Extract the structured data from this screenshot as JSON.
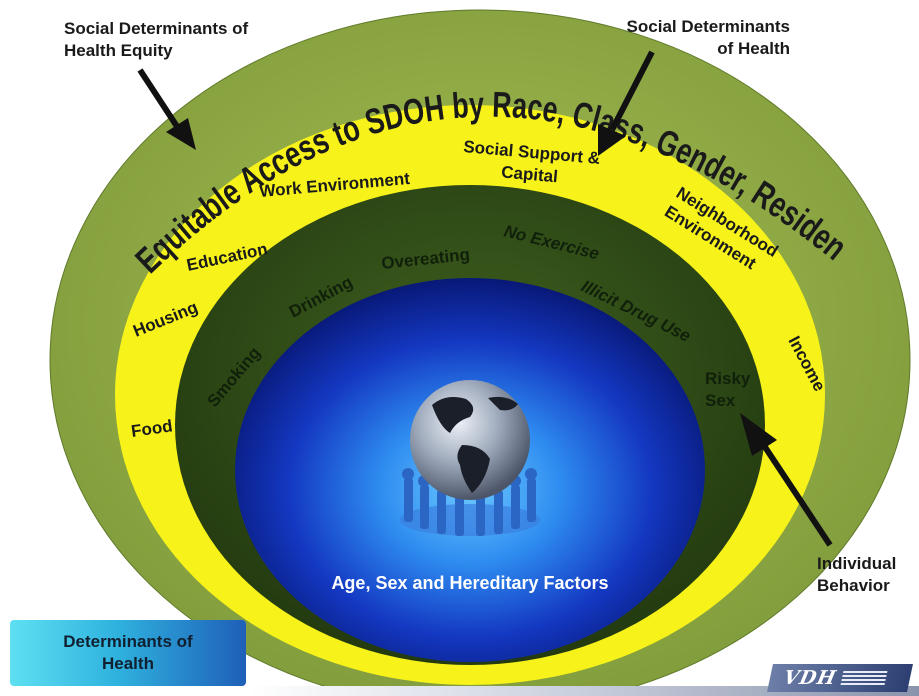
{
  "callouts": {
    "equity": [
      "Social Determinants of",
      "Health Equity"
    ],
    "sdoh": [
      "Social Determinants",
      "of Health"
    ],
    "behavior": [
      "Individual",
      "Behavior"
    ]
  },
  "outer_ring": {
    "arc_text": "Equitable Access to SDOH by Race, Class, Gender, Residence, Etc."
  },
  "yellow_ring": {
    "food": "Food",
    "housing": "Housing",
    "education": "Education",
    "work_environment": "Work Environment",
    "social_support": [
      "Social Support &",
      "Capital"
    ],
    "neighborhood": [
      "Neighborhood",
      "Environment"
    ],
    "income": "Income"
  },
  "green_ring": {
    "smoking": "Smoking",
    "drinking": "Drinking",
    "overeating": "Overeating",
    "no_exercise": "No Exercise",
    "illicit_drug_use": "Illicit Drug Use",
    "risky_sex": [
      "Risky",
      "Sex"
    ]
  },
  "core": {
    "label": "Age, Sex and Hereditary Factors"
  },
  "badge": {
    "label": [
      "Determinants of",
      "Health"
    ]
  },
  "logo": {
    "text": "VDH"
  },
  "colors": {
    "outer_ring": "#8faa45",
    "yellow_ring": "#f6f21a",
    "green_ring": "#2f4816",
    "core_outer": "#0a1f8c",
    "core_inner": "#4fb0ff"
  }
}
